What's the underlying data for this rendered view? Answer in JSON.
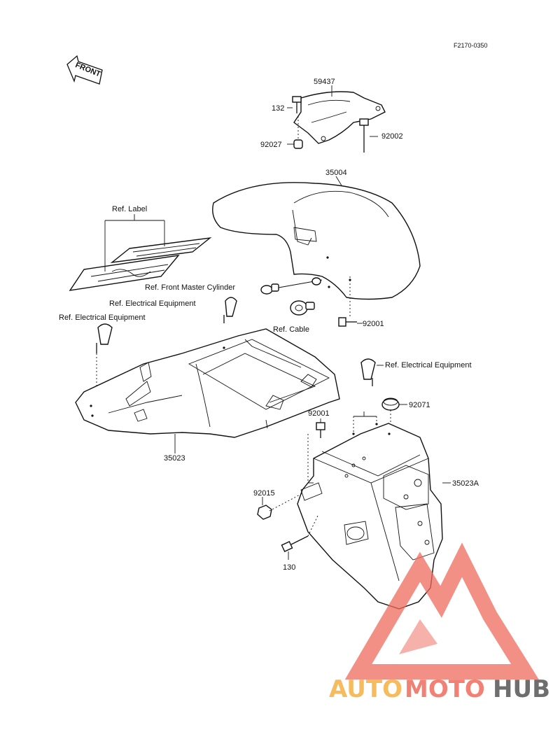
{
  "diagram_code": "F2170-0350",
  "front_label": "FRONT",
  "parts": {
    "p59437": "59437",
    "p132": "132",
    "p92027": "92027",
    "p92002": "92002",
    "p35004": "35004",
    "ref_label": "Ref. Label",
    "ref_front_master_cylinder": "Ref. Front Master Cylinder",
    "ref_electrical_1": "Ref. Electrical Equipment",
    "ref_electrical_2": "Ref. Electrical Equipment",
    "ref_cable": "Ref. Cable",
    "p92001_a": "92001",
    "ref_electrical_3": "Ref. Electrical Equipment",
    "p92071": "92071",
    "p92001_b": "92001",
    "p35023": "35023",
    "p35023A": "35023A",
    "p92015": "92015",
    "p130": "130"
  },
  "watermark": {
    "part1": "AUTO",
    "part2": "MOTO",
    "part3": "HUB",
    "colors": {
      "auto": "#f4b041",
      "moto": "#ef6b5e",
      "hub": "#555555",
      "logo": "#ef6b5e"
    }
  }
}
